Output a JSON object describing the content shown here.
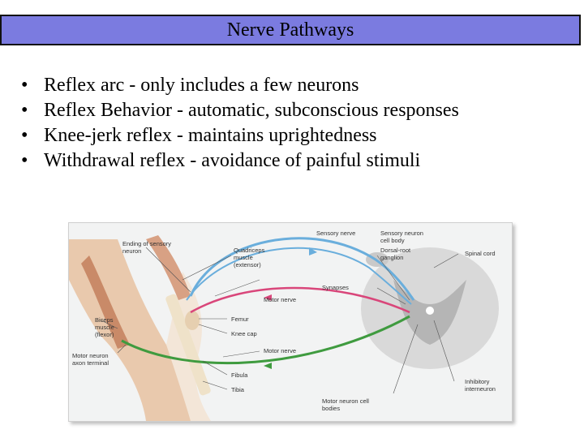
{
  "title": "Nerve Pathways",
  "bullets": [
    "Reflex arc - only includes a few neurons",
    "Reflex Behavior - automatic, subconscious responses",
    "Knee-jerk reflex - maintains uprightedness",
    "Withdrawal reflex - avoidance of painful stimuli"
  ],
  "diagram": {
    "labels": {
      "ending_sensory_1": "Ending of sensory",
      "ending_sensory_2": "neuron",
      "quad_1": "Quadriceps",
      "quad_2": "muscle",
      "quad_3": "(extensor)",
      "sensory_nerve": "Sensory nerve",
      "sensory_cell_1": "Sensory neuron",
      "sensory_cell_2": "cell body",
      "dorsal_1": "Dorsal-root",
      "dorsal_2": "ganglion",
      "spinal_cord": "Spinal cord",
      "synapses": "Synapses",
      "motor_nerve_1": "Motor nerve",
      "femur": "Femur",
      "knee_cap": "Knee cap",
      "motor_nerve_2": "Motor nerve",
      "biceps_1": "Biceps",
      "biceps_2": "muscle",
      "biceps_3": "(flexor)",
      "motor_terminal_1": "Motor neuron",
      "motor_terminal_2": "axon terminal",
      "fibula": "Fibula",
      "tibia": "Tibia",
      "motor_cell_1": "Motor neuron cell",
      "motor_cell_2": "bodies",
      "inhibitory_1": "Inhibitory",
      "inhibitory_2": "interneuron"
    }
  }
}
